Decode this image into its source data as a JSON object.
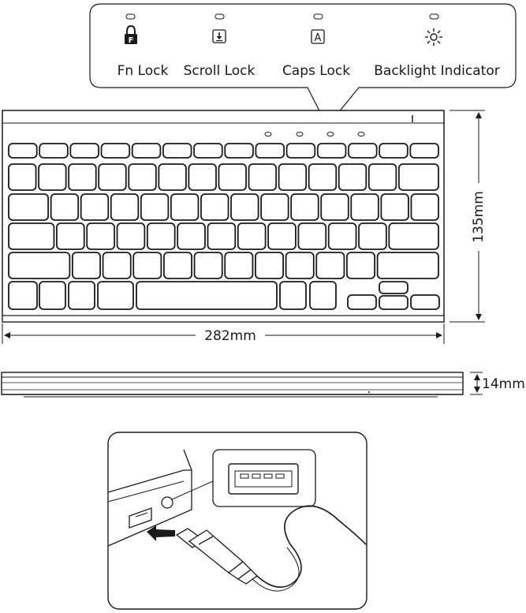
{
  "indicators": [
    {
      "label": "Fn Lock",
      "icon": "fn-lock-icon"
    },
    {
      "label": "Scroll Lock",
      "icon": "scroll-lock-icon"
    },
    {
      "label": "Caps Lock",
      "icon": "caps-lock-icon"
    },
    {
      "label": "Backlight Indicator",
      "icon": "backlight-icon"
    }
  ],
  "dimensions": {
    "width": "282mm",
    "depth": "135mm",
    "height": "14mm"
  },
  "colors": {
    "line": "#1a1a1a",
    "arrow": "#1a1a1a"
  }
}
